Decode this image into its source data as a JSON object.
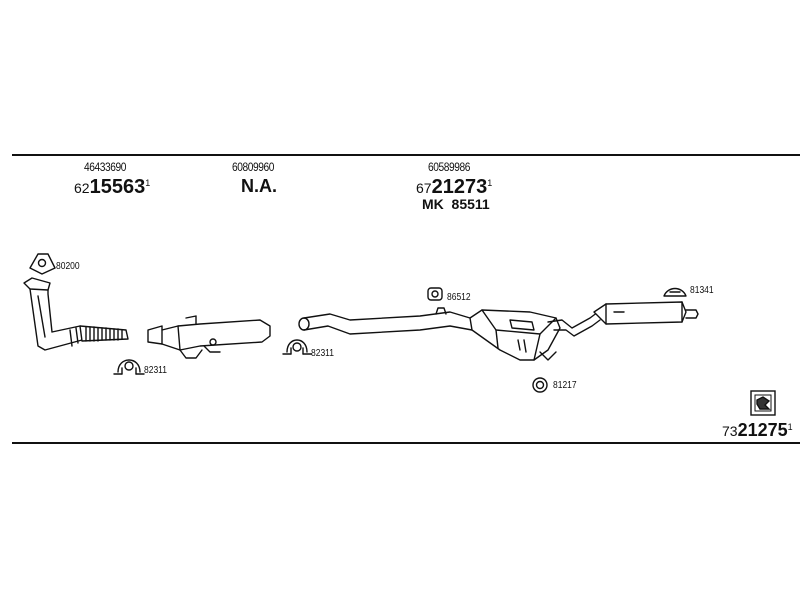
{
  "columns": [
    {
      "oe_number": "46433690",
      "part_prefix": "62",
      "part_main": "15563",
      "part_sup": "1"
    },
    {
      "oe_number": "60809960",
      "part_main": "N.A."
    },
    {
      "oe_number": "60589986",
      "part_prefix": "67",
      "part_main": "21273",
      "part_sup": "1",
      "kit": "MK  85511"
    }
  ],
  "components": {
    "gasket": "80200",
    "clamp_front": "82311",
    "clamp_mid": "82311",
    "bracket_mid": "86512",
    "ring_rear": "81217",
    "hanger_rear": "81341"
  },
  "footer": {
    "part_prefix": "73",
    "part_main": "21275",
    "part_sup": "1"
  }
}
